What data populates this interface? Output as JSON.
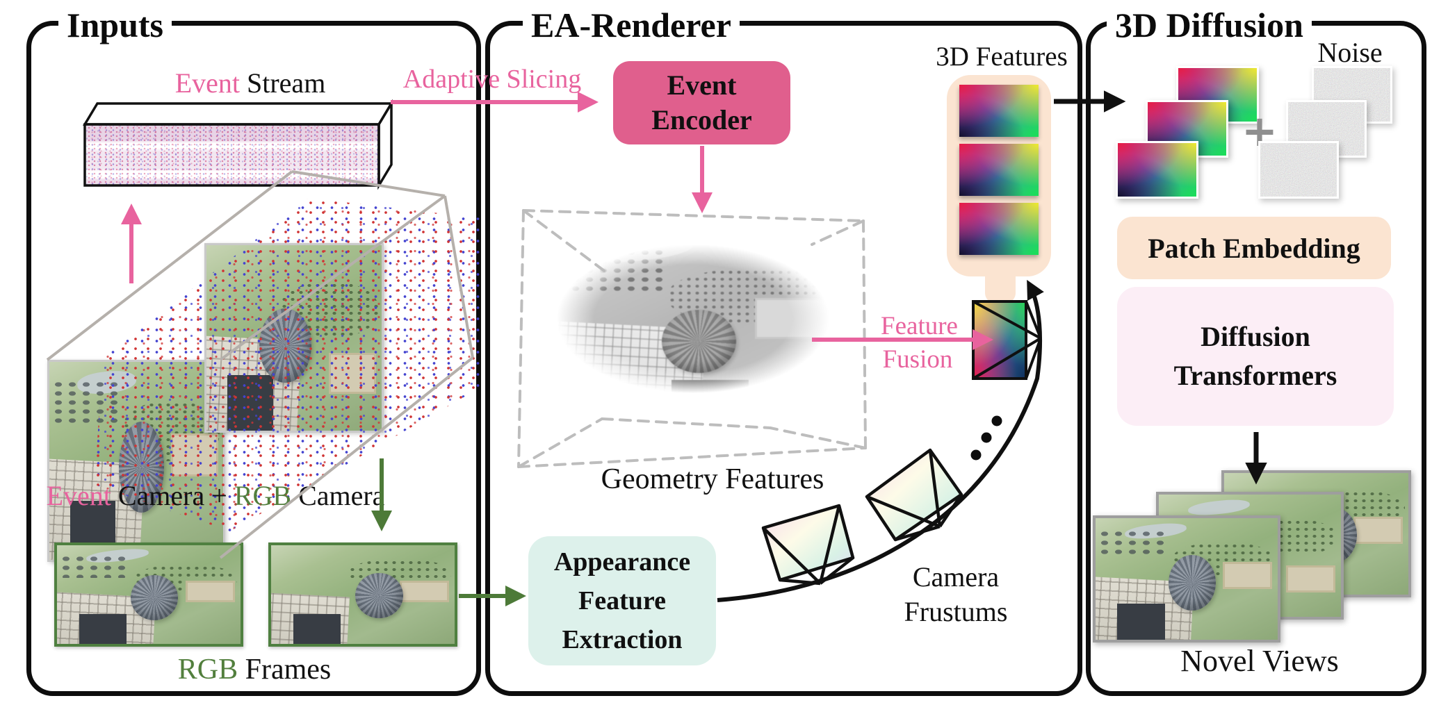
{
  "inputs": {
    "title": "Inputs",
    "event_stream_label": {
      "event": "Event",
      "stream": " Stream"
    },
    "camera_label": {
      "event": "Event",
      "camera_plus": " Camera + ",
      "rgb": "RGB",
      "camera": " Camera"
    },
    "rgb_frames_label": {
      "rgb": "RGB",
      "frames": " Frames"
    }
  },
  "ea_renderer": {
    "title": "EA-Renderer",
    "adaptive_slicing": "Adaptive Slicing",
    "event_encoder": [
      "Event",
      "Encoder"
    ],
    "geometry_features": "Geometry Features",
    "appearance_box": [
      "Appearance",
      "Feature",
      "Extraction"
    ],
    "feature_fusion": [
      "Feature",
      "Fusion"
    ],
    "camera_frustums": [
      "Camera",
      "Frustums"
    ],
    "features_3d": "3D Features"
  },
  "diffusion_3d": {
    "title": "3D Diffusion",
    "noise": "Noise",
    "plus": "+",
    "patch_embedding": "Patch Embedding",
    "diffusion_transformers": [
      "Diffusion",
      "Transformers"
    ],
    "novel_views": "Novel Views"
  },
  "colors": {
    "accent_pink": "#e8639e",
    "encoder_pink": "#e05f8d",
    "accent_green": "#527f3d",
    "peach": "#fbe4d1",
    "mint": "#ddf1eb",
    "light_pink": "#fceef6",
    "event_positive_red": "#d03434",
    "event_negative_blue": "#4444d0"
  }
}
